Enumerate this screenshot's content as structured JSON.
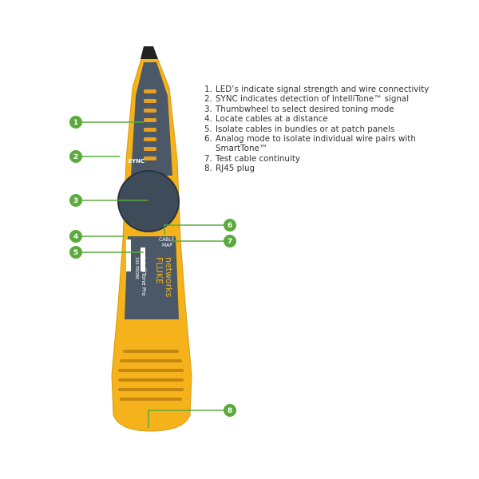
{
  "device": {
    "sync": "SYNC",
    "cable": "CABLE",
    "map": "MAP",
    "brand": "FLUKE",
    "sub": "networks",
    "model": "IntelliTone Pro",
    "probe": "200 PROBE"
  },
  "callouts": [
    "1",
    "2",
    "3",
    "4",
    "5",
    "6",
    "7",
    "8"
  ],
  "legend": [
    {
      "n": "1.",
      "t": "LED’s indicate signal strength and wire connectivity"
    },
    {
      "n": "2.",
      "t": "SYNC indicates detection of IntelliTone™ signal"
    },
    {
      "n": "3.",
      "t": "Thumbwheel to select desired toning mode"
    },
    {
      "n": "4.",
      "t": "Locate cables at a distance"
    },
    {
      "n": "5.",
      "t": "Isolate cables in bundles or at patch panels"
    },
    {
      "n": "6.",
      "t": "Analog mode to isolate individual wire pairs with SmartTone™"
    },
    {
      "n": "7.",
      "t": "Test cable continuity"
    },
    {
      "n": "8.",
      "t": "RJ45 plug"
    }
  ],
  "colors": {
    "body": "#f5b21a",
    "panel": "#4a5868",
    "callout": "#5aaa3c"
  }
}
